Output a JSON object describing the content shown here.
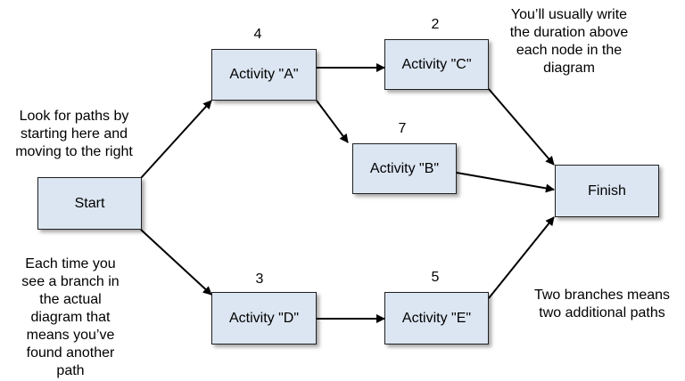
{
  "nodes": {
    "start": "Start",
    "a": "Activity \"A\"",
    "b": "Activity \"B\"",
    "c": "Activity \"C\"",
    "d": "Activity \"D\"",
    "e": "Activity \"E\"",
    "finish": "Finish"
  },
  "durations": {
    "a": "4",
    "b": "7",
    "c": "2",
    "d": "3",
    "e": "5"
  },
  "notes": {
    "paths_line1": "Look for paths by",
    "paths_line2": "starting here and",
    "paths_line3": "moving to the right",
    "duration_line1": "You’ll usually write",
    "duration_line2": "the duration above",
    "duration_line3": "each node in the",
    "duration_line4": "diagram",
    "branch_line1": "Each time you",
    "branch_line2": "see a branch in",
    "branch_line3": "the actual",
    "branch_line4": "diagram that",
    "branch_line5": "means you’ve",
    "branch_line6": "found another",
    "branch_line7": "path",
    "two_line1": "Two branches means",
    "two_line2": "two additional paths"
  },
  "colors": {
    "node_fill": "#dce6f2",
    "node_border": "#1f1f1f",
    "arrow": "#000000"
  }
}
